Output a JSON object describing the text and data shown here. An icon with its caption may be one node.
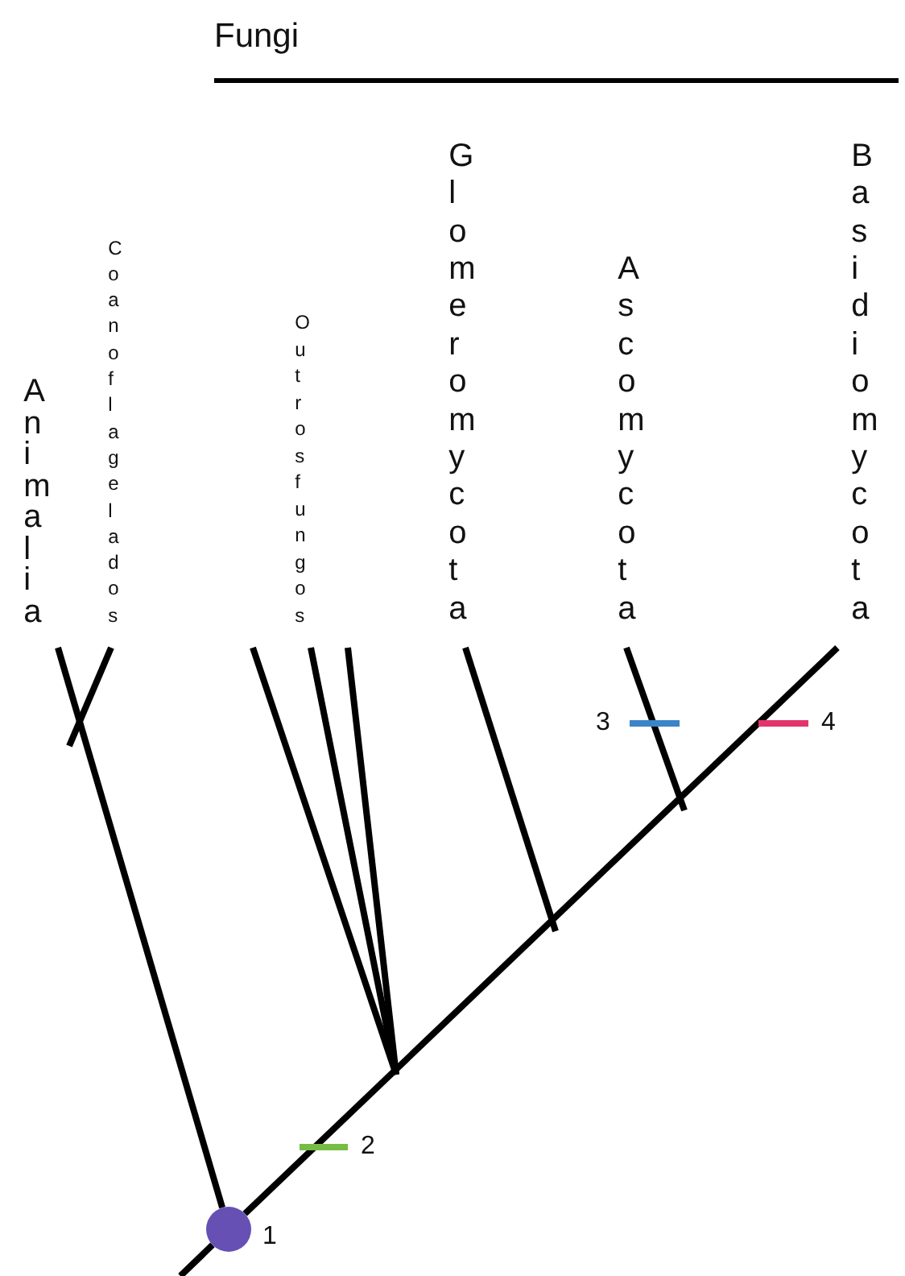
{
  "diagram": {
    "nodes": [
      {
        "text": [
          "Animalia"
        ]
      },
      {
        "text": [
          "Coanoflagelados"
        ]
      },
      {
        "text": [
          "Outros fungos"
        ]
      },
      {
        "text": [
          "Glomeromycota"
        ]
      },
      {
        "text": [
          "Ascomycota"
        ]
      },
      {
        "text": [
          "Basidiomycota"
        ]
      },
      {
        "text": [],
        "shape": "circle",
        "beside": [
          "1"
        ]
      }
    ],
    "edges": [
      {
        "from": 6,
        "to": 0,
        "arrow": "none"
      },
      {
        "from": null,
        "to": 1,
        "arrow": "none"
      },
      {
        "from": null,
        "to": 2,
        "arrow": "none"
      },
      {
        "from": null,
        "to": 2,
        "arrow": "none"
      },
      {
        "from": null,
        "to": 2,
        "arrow": "none"
      },
      {
        "from": null,
        "to": 3,
        "arrow": "none"
      },
      {
        "from": null,
        "to": 4,
        "arrow": "none"
      },
      {
        "from": 6,
        "to": 5,
        "arrow": "none"
      },
      {
        "from": null,
        "to": 6,
        "arrow": "none"
      }
    ],
    "labels": [
      "Fungi",
      "3",
      "4",
      "2"
    ]
  }
}
